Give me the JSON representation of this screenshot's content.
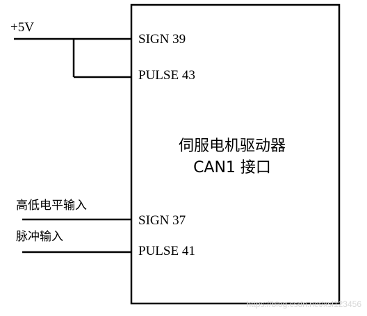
{
  "diagram": {
    "supply_label": "+5V",
    "driver": {
      "name_line1": "伺服电机驱动器",
      "name_line2": "CAN1  接口"
    },
    "pins": {
      "sign39": "SIGN 39",
      "pulse43": "PULSE 43",
      "sign37": "SIGN 37",
      "pulse41": "PULSE 41"
    },
    "inputs": {
      "level_input": "高低电平输入",
      "pulse_input": "脉冲输入"
    }
  },
  "watermark": "https://blog.csdn.net/xsl123456",
  "colors": {
    "line": "#000000",
    "watermark": "#d8d8d8"
  }
}
